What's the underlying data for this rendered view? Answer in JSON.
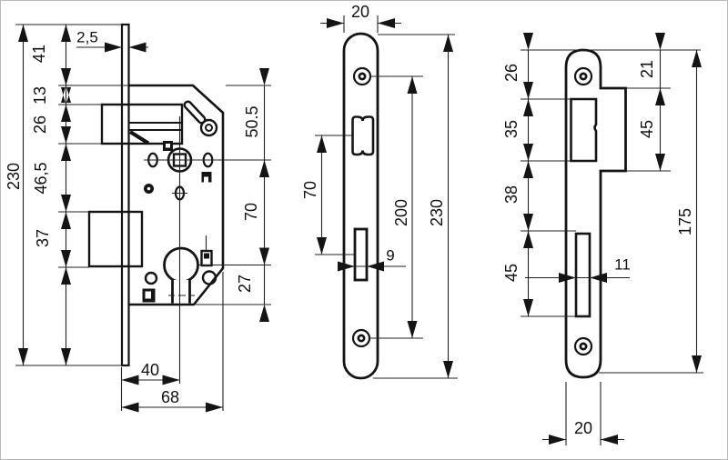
{
  "drawing": {
    "type": "technical-dimension-drawing",
    "subject": "mortise-lock",
    "line_color": "#141414",
    "background": "#ffffff"
  },
  "views": {
    "side": {
      "name": "lock-body-side-view",
      "dims": {
        "faceplate_thickness": "2,5",
        "top_to_case": "41",
        "case_to_latch": "13",
        "latch_height": "26",
        "latch_to_bolt": "46,5",
        "bolt_height": "37",
        "total_height": "230",
        "follower_offset": "50.5",
        "axis_distance": "70",
        "bottom_offset": "27",
        "backset": "40",
        "case_depth": "68"
      }
    },
    "front": {
      "name": "faceplate-front-view",
      "dims": {
        "plate_width": "20",
        "latch_to_bolt_axis": "70",
        "screw_hole_spacing": "200",
        "plate_length": "230",
        "bolt_slot_width": "9"
      }
    },
    "strike": {
      "name": "strike-plate-view",
      "dims": {
        "top_to_latch_opening": "26",
        "latch_opening_height": "35",
        "latch_to_bolt_opening": "38",
        "bolt_opening_height": "45",
        "top_to_lip": "21",
        "lip_height": "45",
        "plate_length": "175",
        "bolt_opening_width": "11",
        "plate_width": "20"
      }
    }
  }
}
